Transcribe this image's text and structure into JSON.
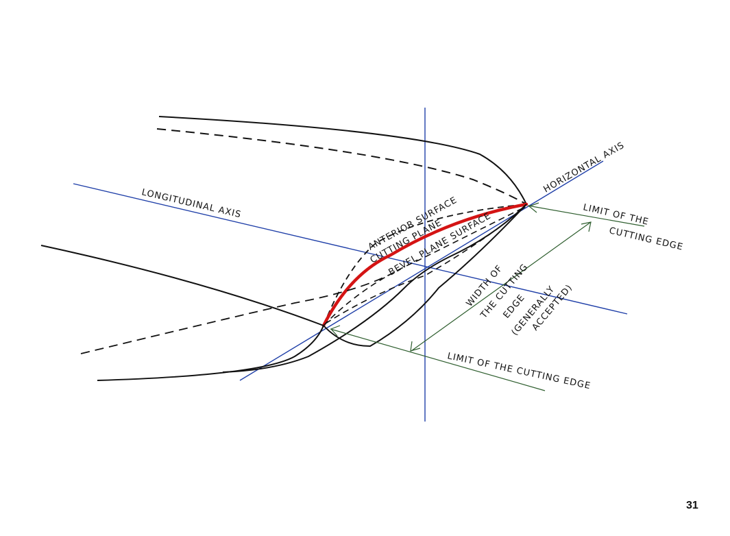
{
  "labels": {
    "longitudinal_axis": "LONGITUDINAL AXIS",
    "horizontal_axis": "HORIZONTAL AXIS",
    "anterior_surface": "ANTERIOR SURFACE",
    "cutting_plane": "CUTTING PLANE",
    "bevel_plane_surface": "BEVEL PLANE SURFACE",
    "limit_upper_line1": "LIMIT OF THE",
    "limit_upper_line2": "CUTTING EDGE",
    "limit_lower": "LIMIT OF THE CUTTING EDGE",
    "width_line1": "WIDTH OF",
    "width_line2": "THE CUTTING",
    "width_line3": "EDGE",
    "width_line4": "(GENERALLY",
    "width_line5": "ACCEPTED)"
  },
  "page_number": "31",
  "colors": {
    "ink": "#111111",
    "axis": "#1f3fa8",
    "dimension": "#2e5e2e",
    "cutting_edge": "#d41414"
  }
}
